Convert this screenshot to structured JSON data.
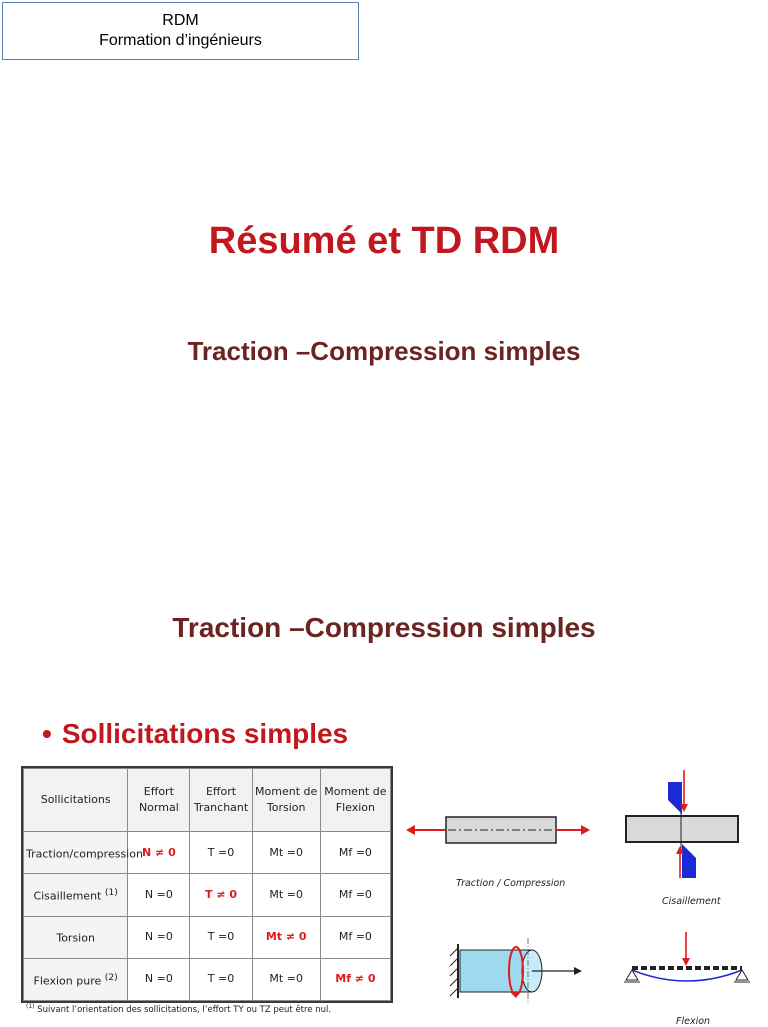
{
  "header": {
    "line1": "RDM",
    "line2": "Formation d’ingénieurs"
  },
  "title": "Résumé et TD RDM",
  "subtitle_top": "Traction –Compression simples",
  "subtitle_section": "Traction –Compression simples",
  "bullet": "Sollicitations simples",
  "table": {
    "headers": [
      "Sollicitations",
      "Effort Normal",
      "Effort Tranchant",
      "Moment de Torsion",
      "Moment de Flexion"
    ],
    "rows": [
      {
        "name": "Traction/compression",
        "sup": "",
        "cells": [
          "N ≠ 0",
          "T =0",
          "Mt =0",
          "Mf =0"
        ]
      },
      {
        "name": "Cisaillement",
        "sup": "(1)",
        "cells": [
          "N =0",
          "T ≠ 0",
          "Mt =0",
          "Mf =0"
        ]
      },
      {
        "name": "Torsion",
        "sup": "",
        "cells": [
          "N =0",
          "T =0",
          "Mt ≠ 0",
          "Mf =0"
        ]
      },
      {
        "name": "Flexion pure",
        "sup": "(2)",
        "cells": [
          "N =0",
          "T =0",
          "Mt =0",
          "Mf ≠ 0"
        ]
      }
    ]
  },
  "footnote": {
    "marker": "(1)",
    "text": "Suivant l’orientation des sollicitations, l’effort TY ou TZ peut être nul."
  },
  "diagrams": {
    "traction_label": "Traction / Compression",
    "shear_label": "Cisaillement",
    "bending_label": "Flexion"
  },
  "colors": {
    "title_red": "#c0181e",
    "subtitle_brown": "#6b2420",
    "arrow_red": "#e01b1b",
    "beam_gray": "#d9d9d9",
    "shear_blue": "#1a2bd6",
    "torsion_cyan": "#9fd9ef"
  }
}
